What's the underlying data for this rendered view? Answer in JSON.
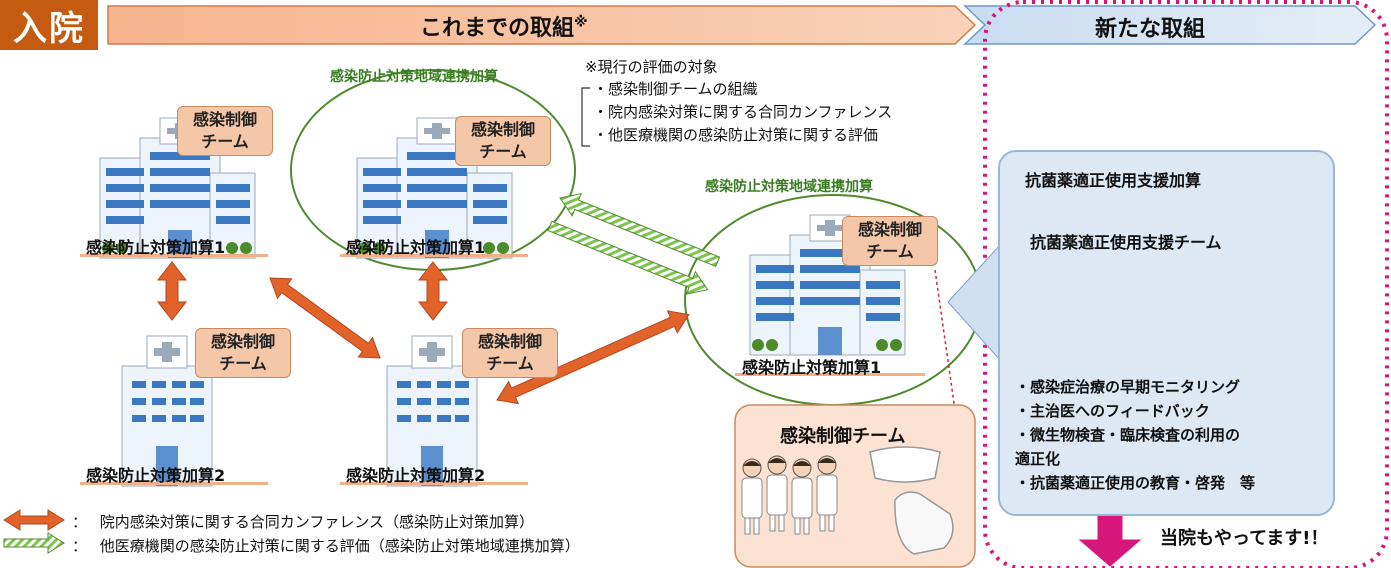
{
  "badge": "入院",
  "banners": {
    "left": "これまでの取組",
    "left_mark": "※",
    "right": "新たな取組"
  },
  "note": {
    "title": "※現行の評価の対象",
    "items": [
      "・感染制御チームの組織",
      "・院内感染対策に関する合同カンファレンス",
      "・他医療機関の感染防止対策に関する評価"
    ]
  },
  "team_label": [
    "感染制御",
    "チーム"
  ],
  "regional_title": "感染防止対策地域連携加算",
  "hospitals": [
    {
      "label": "感染防止対策加算1"
    },
    {
      "label": "感染防止対策加算1"
    },
    {
      "label": "感染防止対策加算1"
    },
    {
      "label": "感染防止対策加算2"
    },
    {
      "label": "感染防止対策加算2"
    }
  ],
  "ict_box": {
    "title": "感染制御チーム"
  },
  "right_panel": {
    "title": "抗菌薬適正使用支援加算",
    "team": "抗菌薬適正使用支援チーム",
    "bullets": [
      "・感染症治療の早期モニタリング",
      "・主治医へのフィードバック",
      "・微生物検査・臨床検査の利用の",
      "適正化",
      "・抗菌薬適正使用の教育・啓発　等"
    ]
  },
  "shout": "当院もやってます!！",
  "legend": [
    {
      "sep": "：",
      "text": "院内感染対策に関する合同カンファレンス（感染防止対策加算）"
    },
    {
      "sep": "：",
      "text": "他医療機関の感染防止対策に関する評価（感染防止対策地域連携加算）"
    }
  ],
  "colors": {
    "orange_arrow": "#e2632a",
    "green_arrow": "#7dc54e",
    "panel_blue": "#dde8f5",
    "dotted_border": "#e0107a",
    "badge": "#c55a11"
  }
}
